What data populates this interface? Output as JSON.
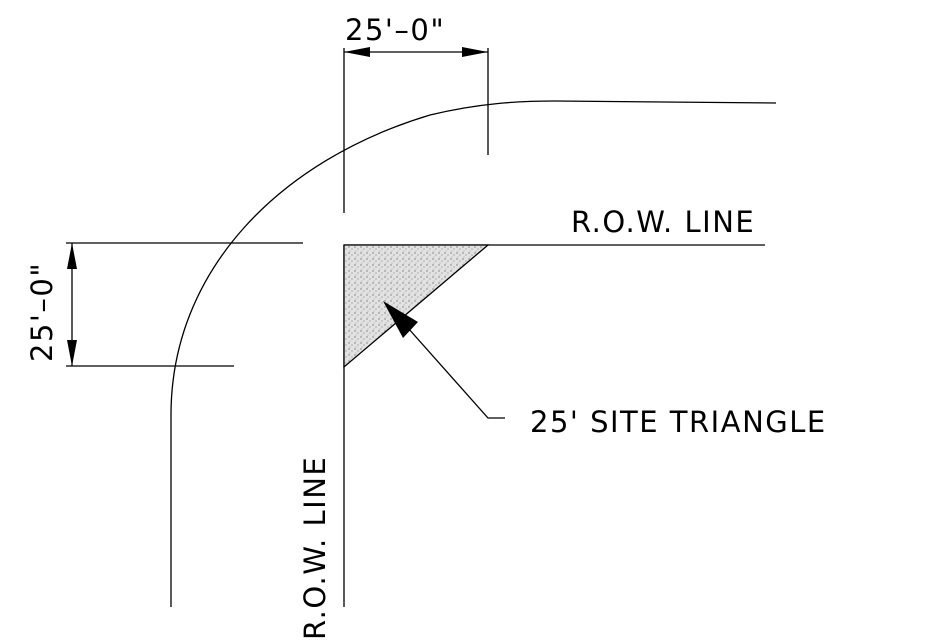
{
  "drawing": {
    "dim_horizontal": "25'–0\"",
    "dim_vertical": "25'–0\"",
    "row_line_horizontal": "R.O.W. LINE",
    "row_line_vertical": "R.O.W. LINE",
    "site_triangle_label": "25' SITE TRIANGLE"
  },
  "colors": {
    "line": "#000000",
    "hatch_fill": "#d6d6d6",
    "background": "#ffffff"
  }
}
